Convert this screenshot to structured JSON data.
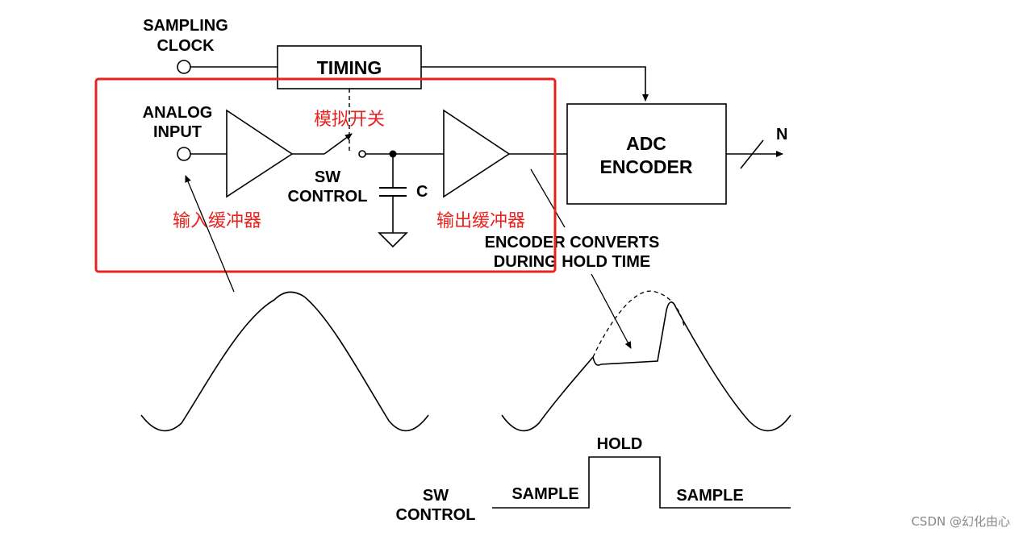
{
  "labels": {
    "sampling_clock_1": "SAMPLING",
    "sampling_clock_2": "CLOCK",
    "timing": "TIMING",
    "analog_input_1": "ANALOG",
    "analog_input_2": "INPUT",
    "sw_control_1": "SW",
    "sw_control_2": "CONTROL",
    "capacitor": "C",
    "adc_1": "ADC",
    "adc_2": "ENCODER",
    "n_bits": "N",
    "encoder_note_1": "ENCODER CONVERTS",
    "encoder_note_2": "DURING HOLD TIME",
    "hold": "HOLD",
    "sample_left": "SAMPLE",
    "sample_right": "SAMPLE",
    "bottom_sw_1": "SW",
    "bottom_sw_2": "CONTROL"
  },
  "annotations": {
    "analog_switch": "模拟开关",
    "input_buffer": "输入缓冲器",
    "output_buffer": "输出缓冲器"
  },
  "watermark": "CSDN @幻化由心",
  "colors": {
    "highlight": "#e8231f",
    "line": "#000000"
  }
}
